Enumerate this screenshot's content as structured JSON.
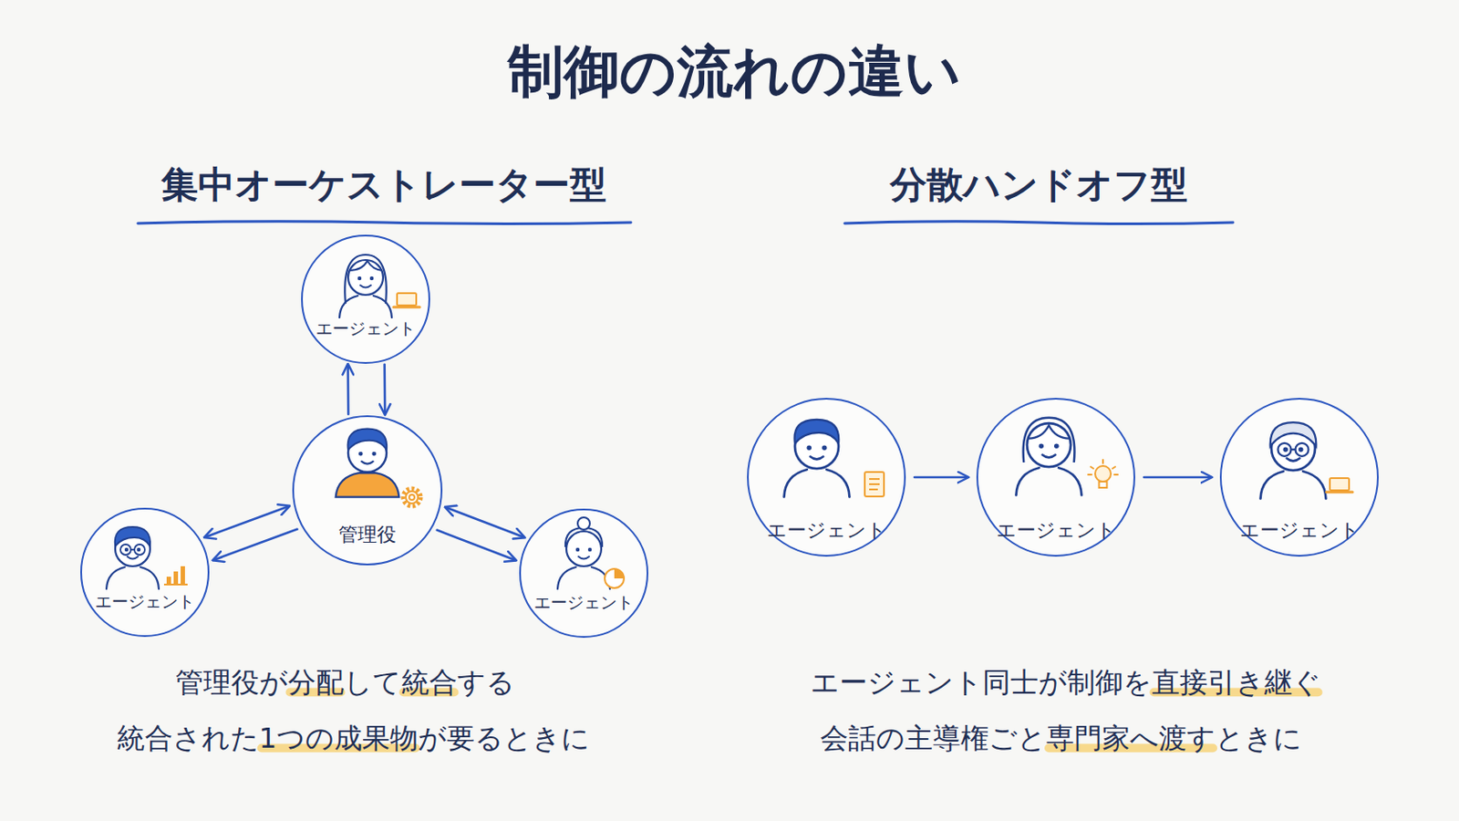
{
  "diagram": {
    "title": "制御の流れの違い",
    "nodes": [
      {
        "text": [
          "エージェント"
        ]
      },
      {
        "text": [
          "管理役"
        ]
      },
      {
        "text": [
          "エージェント"
        ]
      },
      {
        "text": [
          "エージェント"
        ]
      },
      {
        "text": [
          "エージェント"
        ]
      },
      {
        "text": [
          "エージェント"
        ]
      },
      {
        "text": [
          "エージェント"
        ]
      }
    ],
    "edges": [
      {
        "from": 1,
        "to": 0,
        "arrow": "to"
      },
      {
        "from": 0,
        "to": 1,
        "arrow": "to"
      },
      {
        "from": 1,
        "to": 2,
        "arrow": "both"
      },
      {
        "from": 1,
        "to": 2,
        "arrow": "to"
      },
      {
        "from": 1,
        "to": 3,
        "arrow": "both"
      },
      {
        "from": 1,
        "to": 3,
        "arrow": "to"
      },
      {
        "from": 4,
        "to": 5,
        "arrow": "to"
      },
      {
        "from": 5,
        "to": 6,
        "arrow": "to"
      }
    ],
    "labels": [
      "集中オーケストレーター型",
      "分散ハンドオフ型",
      "管理役が分配して統合する",
      "統合された1つの成果物が要るときに",
      "エージェント同士が制御を直接引き継ぐ",
      "会話の主導権ごと専門家へ渡すときに"
    ]
  }
}
